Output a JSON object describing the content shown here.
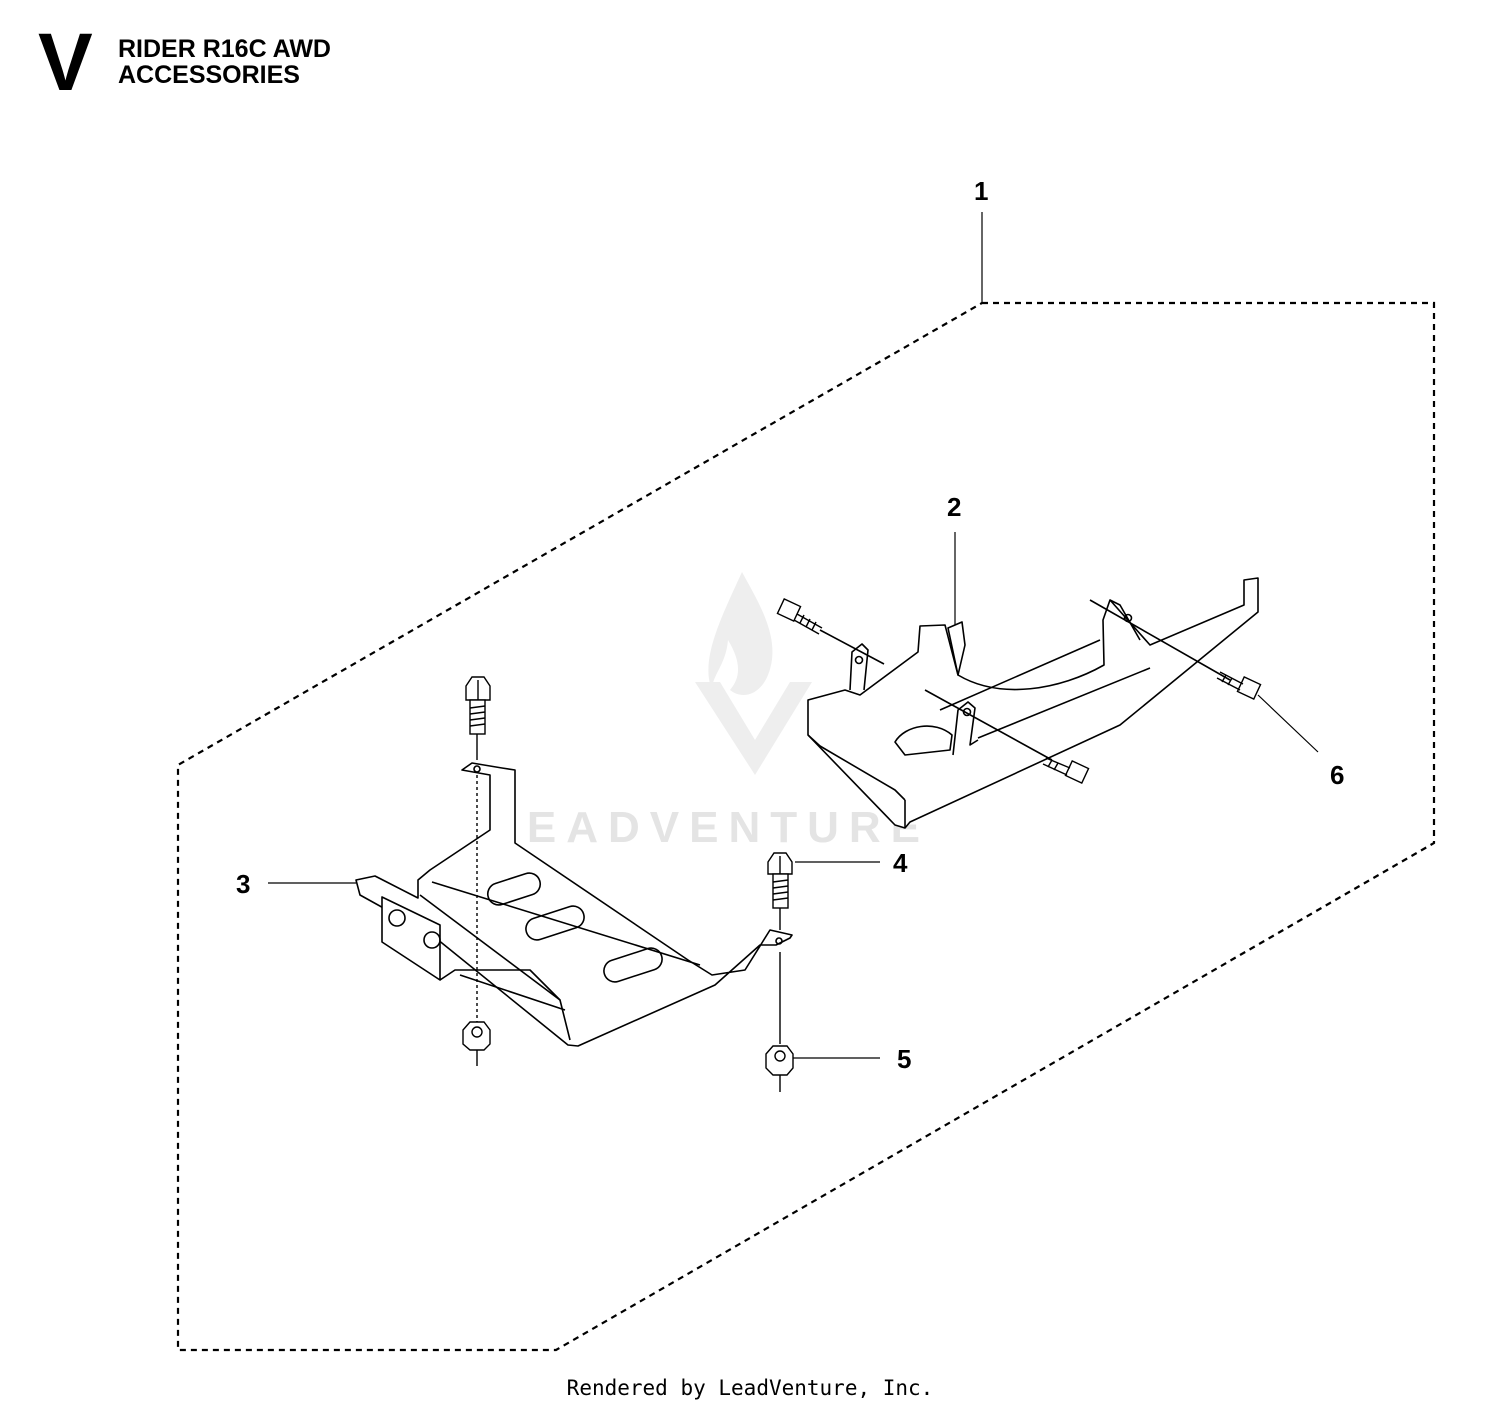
{
  "header": {
    "section_letter": "V",
    "model_line": "RIDER R16C AWD",
    "section_title": "ACCESSORIES"
  },
  "watermark": {
    "text": "LEADVENTURE"
  },
  "callouts": [
    {
      "number": "1",
      "part": "kit-outline"
    },
    {
      "number": "2",
      "part": "rear-bracket"
    },
    {
      "number": "3",
      "part": "front-bracket"
    },
    {
      "number": "4",
      "part": "bolt"
    },
    {
      "number": "5",
      "part": "lock-nut"
    },
    {
      "number": "6",
      "part": "bolt"
    }
  ],
  "footer": {
    "text": "Rendered by LeadVenture, Inc."
  }
}
